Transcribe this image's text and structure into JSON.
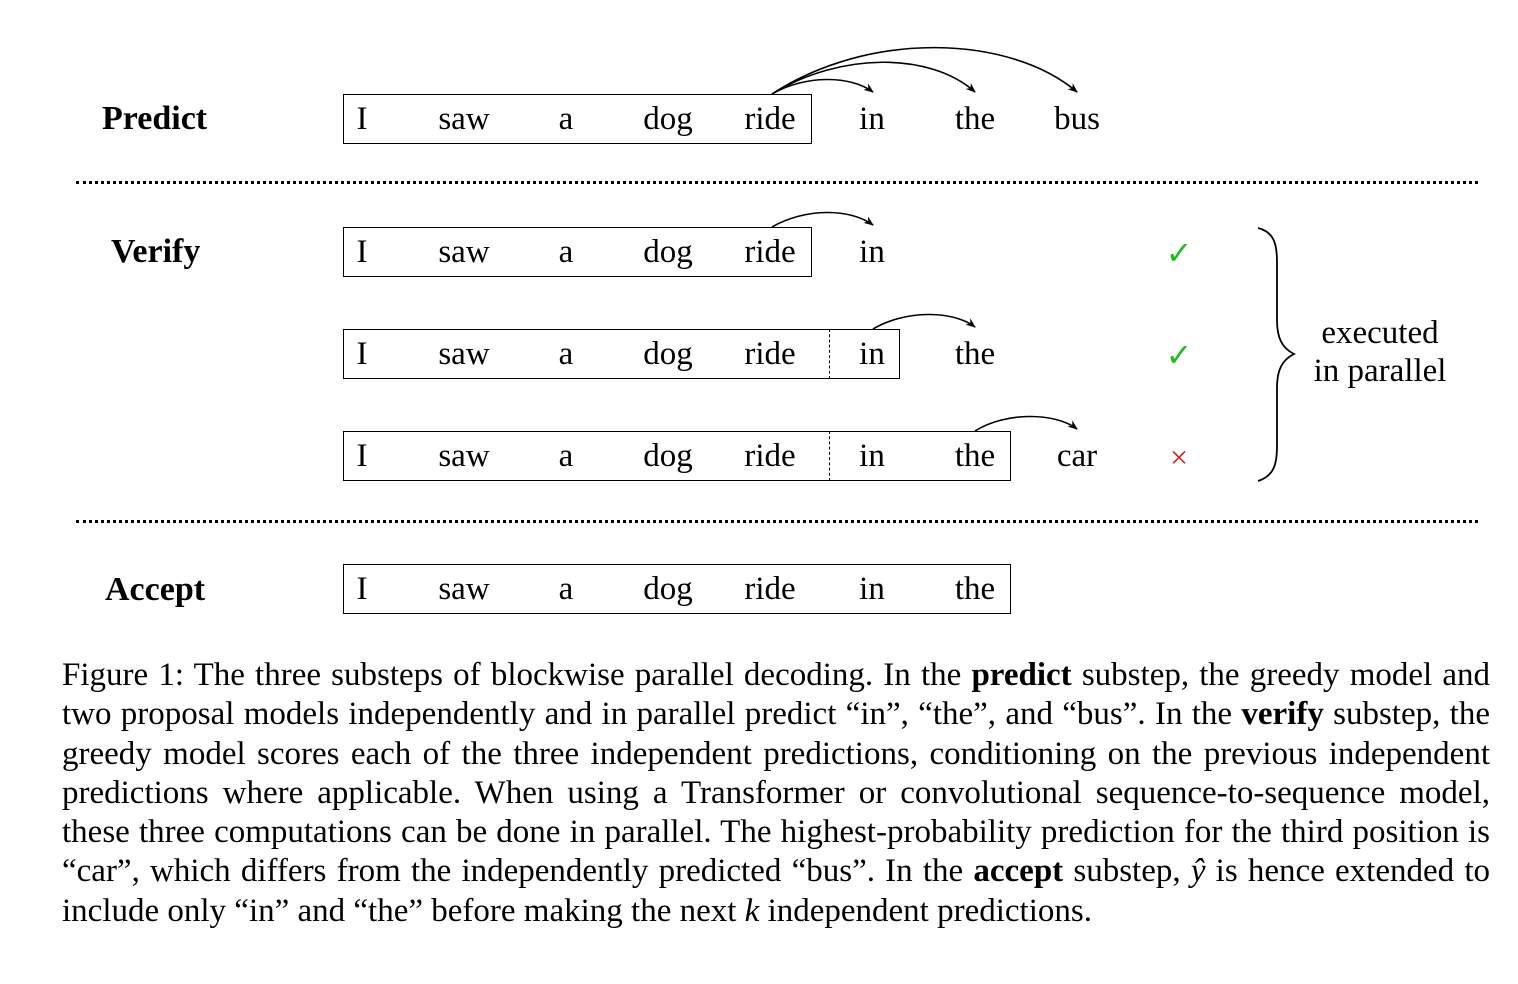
{
  "stages": {
    "predict": "Predict",
    "verify": "Verify",
    "accept": "Accept"
  },
  "rows": [
    {
      "id": "predict-row",
      "tokens": [
        "I",
        "saw",
        "a",
        "dog",
        "ride",
        "in",
        "the",
        "bus"
      ]
    },
    {
      "id": "verify-row-1",
      "tokens": [
        "I",
        "saw",
        "a",
        "dog",
        "ride",
        "in"
      ],
      "mark": "✓"
    },
    {
      "id": "verify-row-2",
      "tokens": [
        "I",
        "saw",
        "a",
        "dog",
        "ride",
        "in",
        "the"
      ],
      "mark": "✓"
    },
    {
      "id": "verify-row-3",
      "tokens": [
        "I",
        "saw",
        "a",
        "dog",
        "ride",
        "in",
        "the",
        "car"
      ],
      "mark": "×"
    },
    {
      "id": "accept-row",
      "tokens": [
        "I",
        "saw",
        "a",
        "dog",
        "ride",
        "in",
        "the"
      ]
    }
  ],
  "brace_label": {
    "line1": "executed",
    "line2": "in parallel"
  },
  "colors": {
    "check": "#22bb22",
    "cross": "#d62020"
  },
  "caption": {
    "p1": "Figure 1: The three substeps of blockwise parallel decoding. In the ",
    "b1": "predict",
    "p2": " substep, the greedy model and two proposal models independently and in parallel predict “in”, “the”, and “bus”. In the ",
    "b2": "verify",
    "p3": " substep, the greedy model scores each of the three independent predictions, conditioning on the previous independent predictions where applicable. When using a Transformer or convolutional sequence-to-sequence model, these three computations can be done in parallel. The highest-probability prediction for the third position is “car”, which differs from the independently predicted “bus”. In the ",
    "b3": "accept",
    "p4": " substep, ",
    "ivar": "ŷ",
    "p5": " is hence extended to include only “in” and “the” before making the next ",
    "kvar": "k",
    "p6": " independent predictions."
  }
}
